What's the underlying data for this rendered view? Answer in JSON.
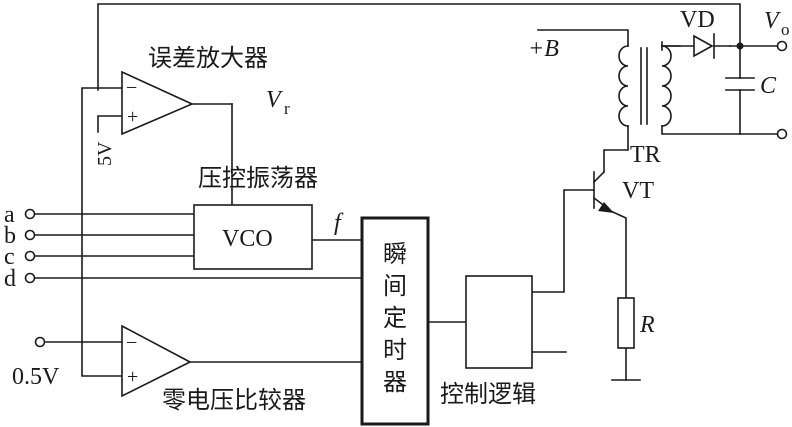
{
  "labels": {
    "error_amp": "误差放大器",
    "vr_main": "V",
    "vr_sub": "r",
    "vco_title": "压控振荡器",
    "vco_box": "VCO",
    "f": "f",
    "timer": [
      "瞬",
      "间",
      "定",
      "时",
      "器"
    ],
    "zero_cmp": "零电压比较器",
    "ctrl_logic": "控制逻辑",
    "plus_b": "+B",
    "vd": "VD",
    "vo_main": "V",
    "vo_sub": "o",
    "c": "C",
    "tr": "TR",
    "vt": "VT",
    "r": "R",
    "five_v": "5V",
    "half_v": "0.5V",
    "minus": "−",
    "plus": "+"
  },
  "inputs": [
    "a",
    "b",
    "c",
    "d"
  ]
}
